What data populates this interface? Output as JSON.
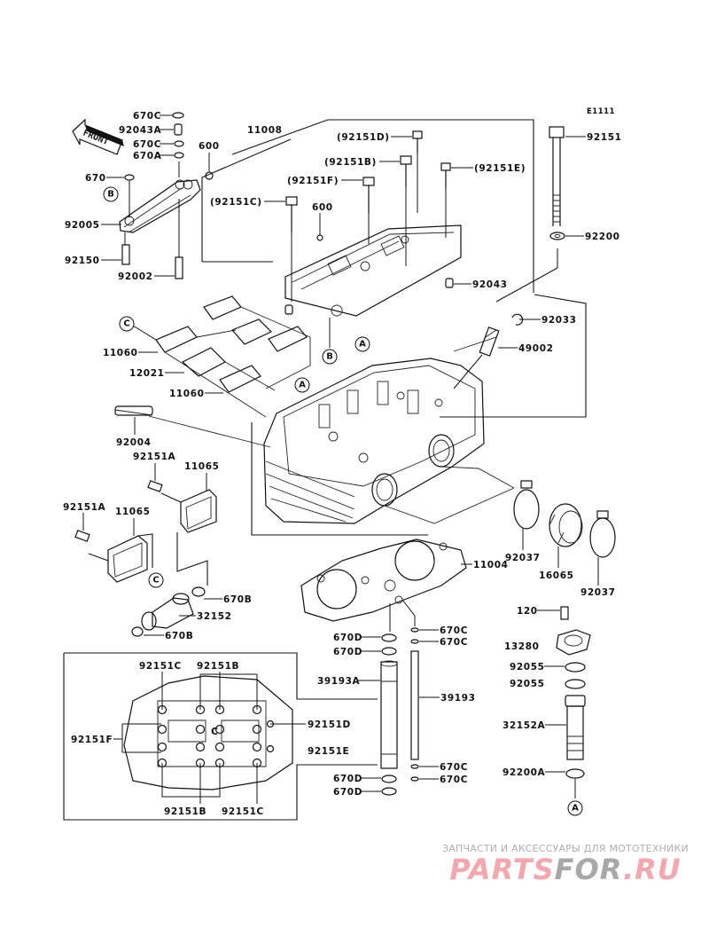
{
  "diagram": {
    "title": "Cylinder Head",
    "drawing_code": "E1111",
    "front_marker": "FRONT",
    "callouts": [
      "A",
      "B",
      "C"
    ],
    "labels": {
      "p670C_top": "670C",
      "p92043A": "92043A",
      "p670C_mid": "670C",
      "p670A": "670A",
      "p600_left": "600",
      "p670": "670",
      "p92005": "92005",
      "p92150": "92150",
      "p92002": "92002",
      "p11008": "11008",
      "p92151D_paren": "(92151D)",
      "p92151B_paren": "(92151B)",
      "p92151E_paren": "(92151E)",
      "p92151F_paren": "(92151F)",
      "p92151C_paren": "(92151C)",
      "p600_mid": "600",
      "p92043": "92043",
      "p92151": "92151",
      "p92200": "92200",
      "p92033": "92033",
      "p49002": "49002",
      "p11060_top": "11060",
      "p12021": "12021",
      "p11060_bot": "11060",
      "p92004": "92004",
      "p92151A_right": "92151A",
      "p11065_right": "11065",
      "p92151A_left": "92151A",
      "p11065_left": "11065",
      "p670B_right": "670B",
      "p32152": "32152",
      "p670B_left": "670B",
      "p11004": "11004",
      "p92037_left": "92037",
      "p16065": "16065",
      "p92037_right": "92037",
      "p120": "120",
      "p13280": "13280",
      "p92055_a": "92055",
      "p92055_b": "92055",
      "p32152A": "32152A",
      "p92200A": "92200A",
      "p670D_1": "670D",
      "p670D_2": "670D",
      "p670C_r1": "670C",
      "p670C_r2": "670C",
      "p39193A": "39193A",
      "p39193": "39193",
      "p670D_3": "670D",
      "p670D_4": "670D",
      "p670C_r3": "670C",
      "p670C_r4": "670C"
    },
    "torque_view": {
      "p92151C_top": "92151C",
      "p92151B_top": "92151B",
      "p92151F": "92151F",
      "p92151D": "92151D",
      "p92151E": "92151E",
      "p92151B_bot": "92151B",
      "p92151C_bot": "92151C"
    }
  },
  "watermark": {
    "tagline": "ЗАПЧАСТИ И АКСЕССУАРЫ ДЛЯ МОТОТЕХНИКИ",
    "logo_part1": "PARTS",
    "logo_part2": "FOR",
    "logo_part3": ".RU"
  }
}
